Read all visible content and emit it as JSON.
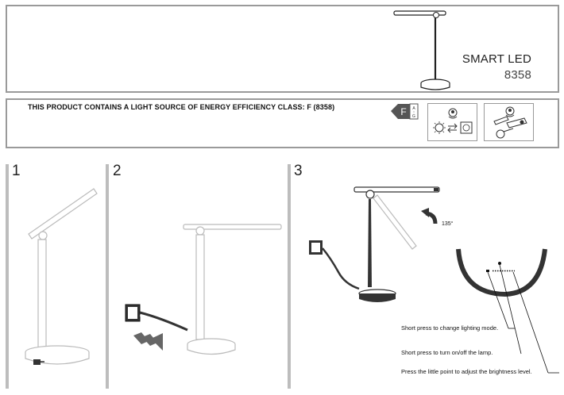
{
  "header": {
    "product_name": "SMART LED",
    "product_code": "8358"
  },
  "energy": {
    "statement": "THIS PRODUCT CONTAINS A LIGHT SOURCE OF ENERGY EFFICIENCY CLASS: F (8358)",
    "class_letter": "F",
    "scale_top": "A",
    "scale_bottom": "G",
    "arrow_symbol": "↑"
  },
  "steps": [
    {
      "number": "1"
    },
    {
      "number": "2"
    },
    {
      "number": "3"
    }
  ],
  "rotation": {
    "angle_label": "135°"
  },
  "captions": {
    "mode": "Short press to change lighting mode.",
    "power": "Short press to turn on/off the lamp.",
    "brightness": "Press the little point to adjust the brightness level."
  },
  "colors": {
    "border": "#9a9a9a",
    "divider": "#bdbdbd",
    "ink": "#111111"
  }
}
